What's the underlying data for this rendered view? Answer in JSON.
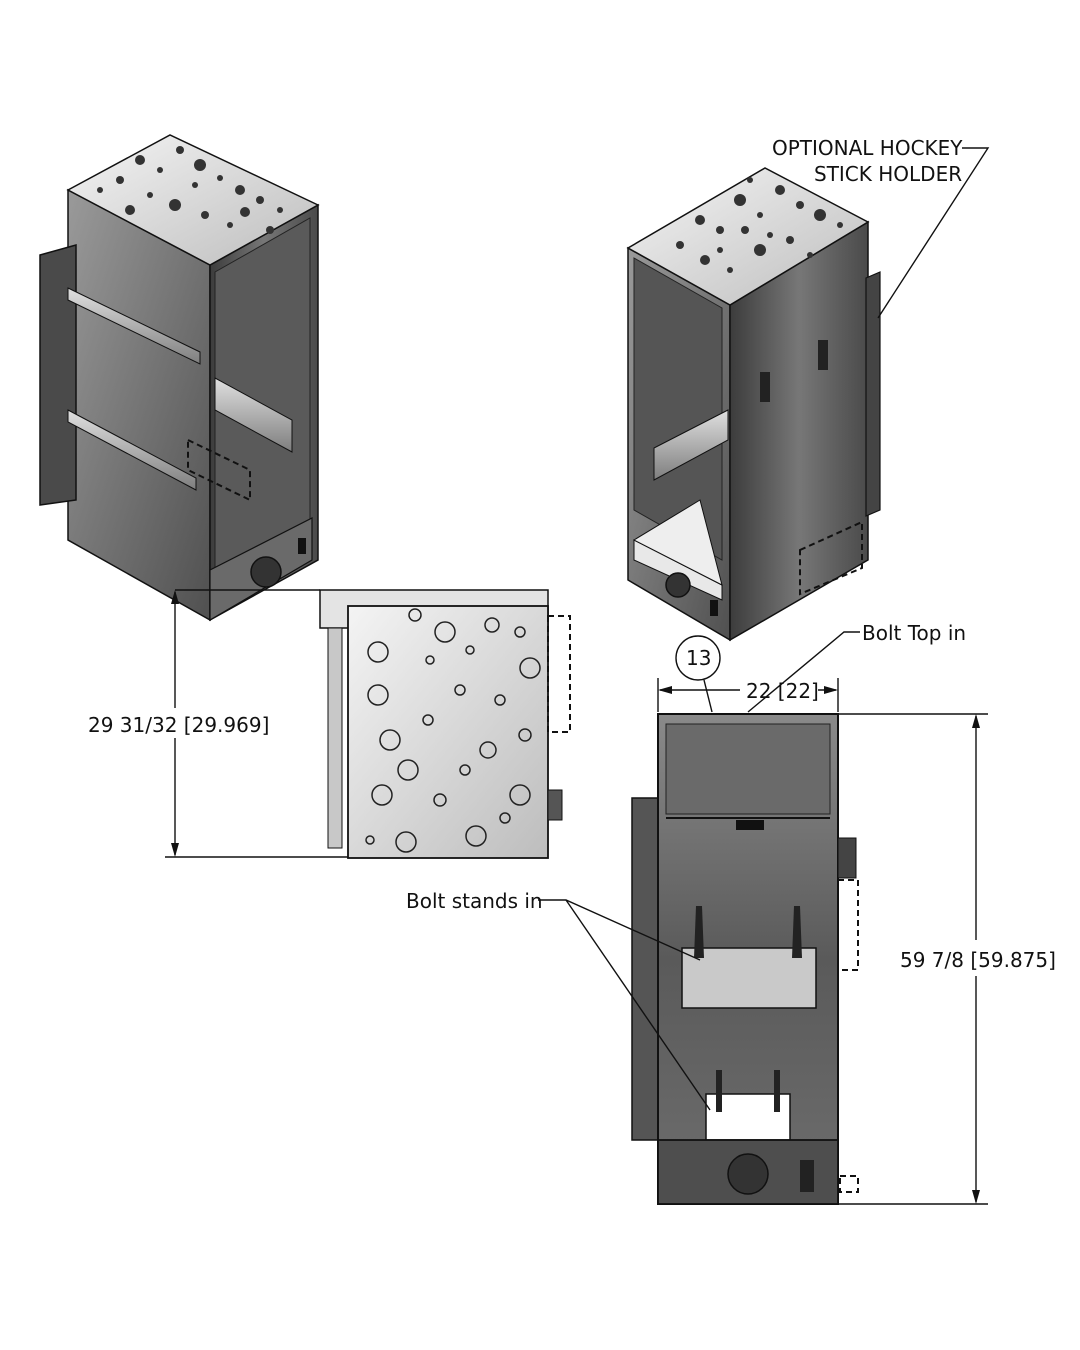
{
  "labels": {
    "hockey_line1": "OPTIONAL HOCKEY",
    "hockey_line2": "STICK HOLDER",
    "bolt_top": "Bolt Top in",
    "bolt_stands": "Bolt stands in",
    "balloon": "13"
  },
  "dimensions": {
    "depth": "29 31/32 [29.969]",
    "width": "22 [22]",
    "height": "59 7/8 [59.875]"
  },
  "colors": {
    "panel_dark": "#4a4a4a",
    "panel_mid": "#7a7a7a",
    "panel_light": "#b8b8b8",
    "top_light": "#e6e6e6",
    "line": "#111111"
  }
}
